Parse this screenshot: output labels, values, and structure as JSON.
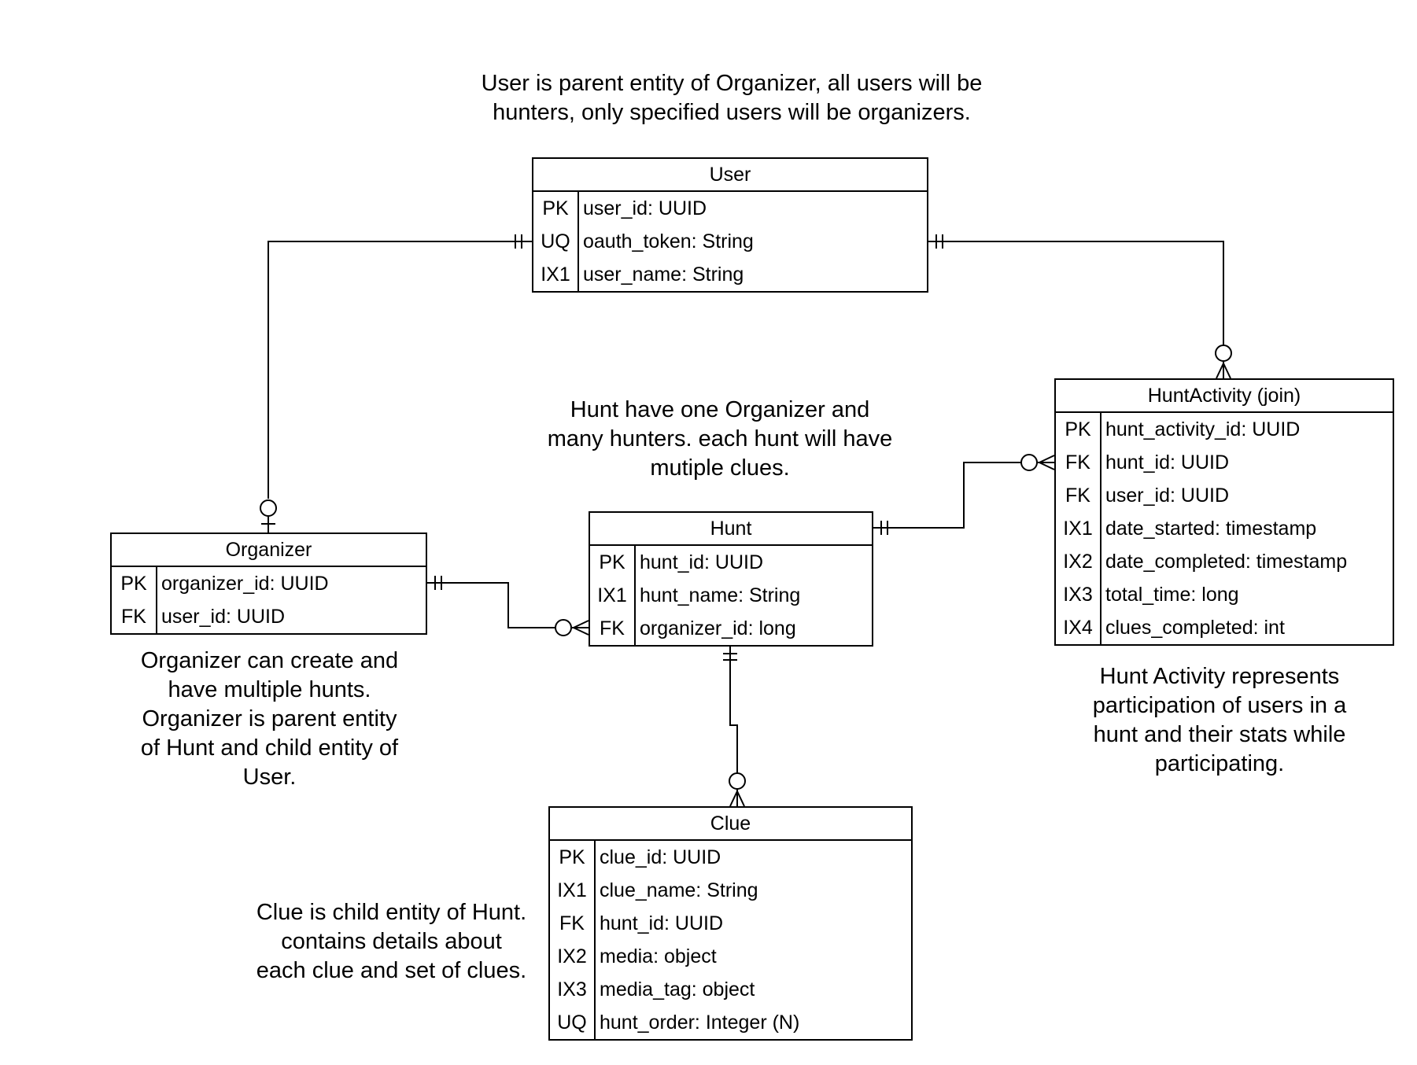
{
  "notes": {
    "user": "User is parent entity of Organizer, all users will be\nhunters, only specified users will be organizers.",
    "hunt": "Hunt have one Organizer and\nmany hunters. each hunt will have\nmutiple clues.",
    "organizer": "Organizer can create and\nhave multiple hunts.\nOrganizer is parent entity\nof Hunt and child entity of\nUser.",
    "hunt_activity": "Hunt Activity represents\nparticipation of users in a\nhunt and their stats while\nparticipating.",
    "clue": "Clue is child entity of Hunt.\ncontains details about\neach clue and set of clues."
  },
  "entities": {
    "user": {
      "title": "User",
      "rows": [
        {
          "key": "PK",
          "col": "user_id: UUID"
        },
        {
          "key": "UQ",
          "col": "oauth_token: String"
        },
        {
          "key": "IX1",
          "col": "user_name: String"
        }
      ]
    },
    "organizer": {
      "title": "Organizer",
      "rows": [
        {
          "key": "PK",
          "col": "organizer_id: UUID"
        },
        {
          "key": "FK",
          "col": "user_id: UUID"
        }
      ]
    },
    "hunt": {
      "title": "Hunt",
      "rows": [
        {
          "key": "PK",
          "col": "hunt_id: UUID"
        },
        {
          "key": "IX1",
          "col": "hunt_name: String"
        },
        {
          "key": "FK",
          "col": "organizer_id: long"
        }
      ]
    },
    "hunt_activity": {
      "title": "HuntActivity (join)",
      "rows": [
        {
          "key": "PK",
          "col": "hunt_activity_id: UUID"
        },
        {
          "key": "FK",
          "col": "hunt_id: UUID"
        },
        {
          "key": "FK",
          "col": "user_id: UUID"
        },
        {
          "key": "IX1",
          "col": "date_started: timestamp"
        },
        {
          "key": "IX2",
          "col": "date_completed: timestamp"
        },
        {
          "key": "IX3",
          "col": "total_time: long"
        },
        {
          "key": "IX4",
          "col": "clues_completed: int"
        }
      ]
    },
    "clue": {
      "title": "Clue",
      "rows": [
        {
          "key": "PK",
          "col": "clue_id: UUID"
        },
        {
          "key": "IX1",
          "col": "clue_name: String"
        },
        {
          "key": "FK",
          "col": "hunt_id: UUID"
        },
        {
          "key": "IX2",
          "col": "media: object"
        },
        {
          "key": "IX3",
          "col": "media_tag: object"
        },
        {
          "key": "UQ",
          "col": "hunt_order: Integer (N)"
        }
      ]
    }
  }
}
